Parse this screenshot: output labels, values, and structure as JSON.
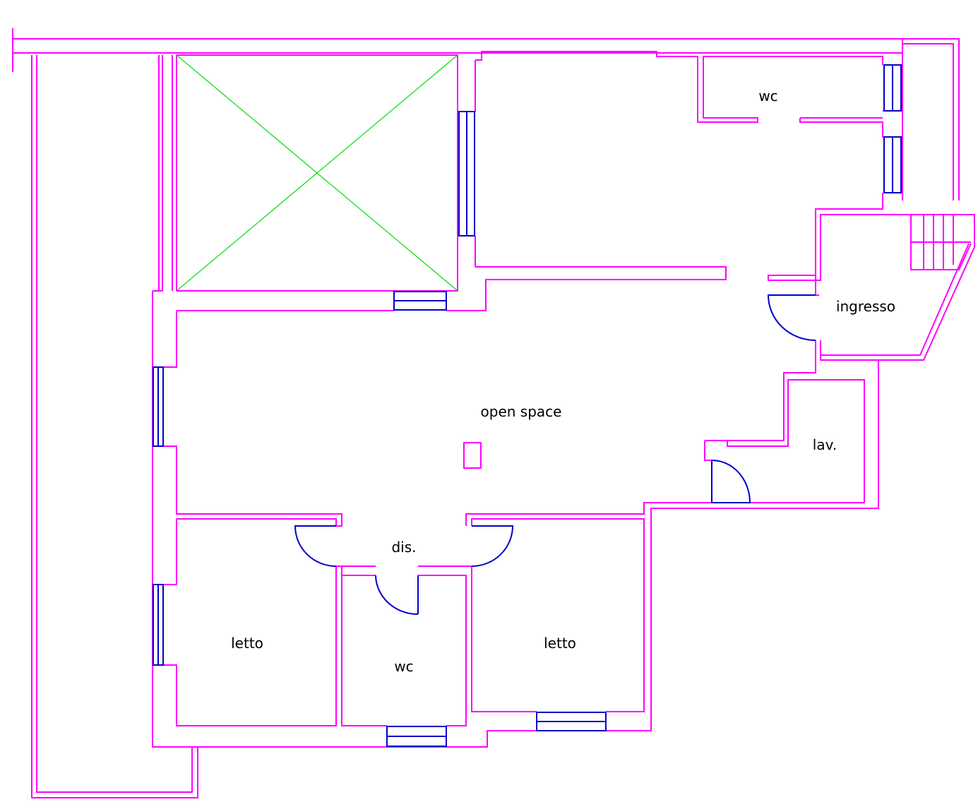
{
  "colors": {
    "wall": "#ff00ff",
    "window": "#0000cc",
    "door": "#0000cc",
    "void_cross": "#00dd00",
    "label": "#000000",
    "background": "#ffffff"
  },
  "rooms": {
    "wc_top": "wc",
    "ingresso": "ingresso",
    "open_space": "open space",
    "lav": "lav.",
    "dis": "dis.",
    "letto_left": "letto",
    "wc_bottom": "wc",
    "letto_right": "letto"
  }
}
